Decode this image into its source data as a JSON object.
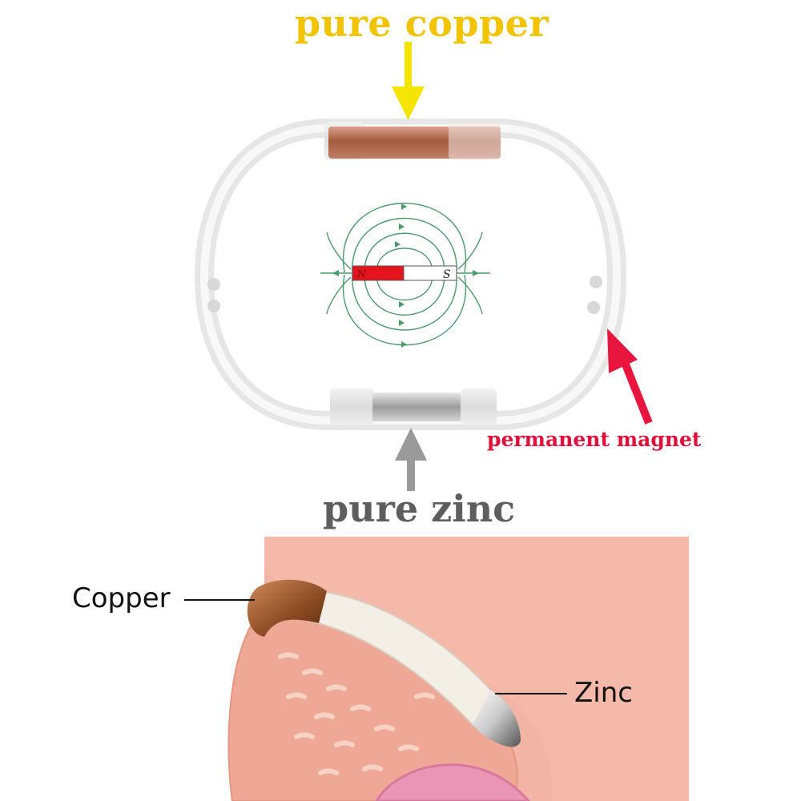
{
  "top": {
    "label_copper": "pure copper",
    "label_zinc": "pure zinc",
    "label_magnet": "permanent magnet",
    "magnet_n": "N",
    "magnet_s": "S"
  },
  "bottom": {
    "label_copper": "Copper",
    "label_zinc": "Zinc"
  },
  "colors": {
    "copper_label": "#f2c300",
    "zinc_label": "#5e5e5e",
    "magnet_label": "#e0103a",
    "copper_arrow": "#f5e400",
    "zinc_arrow": "#9a9a9a",
    "magnet_arrow": "#e8153f",
    "field_lines": "#4a9a6a",
    "skin": "#f2b5a5",
    "ring_band": "#f4efe6"
  }
}
